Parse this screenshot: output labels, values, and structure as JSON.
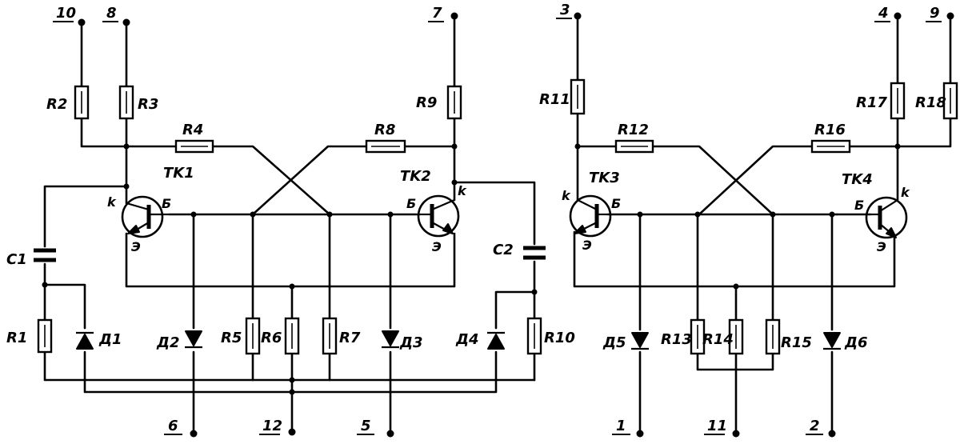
{
  "terminals": {
    "t10": "10",
    "t8": "8",
    "t7": "7",
    "t3": "3",
    "t4": "4",
    "t9": "9",
    "t6": "6",
    "t12": "12",
    "t5": "5",
    "t1": "1",
    "t11": "11",
    "t2": "2"
  },
  "resistors": {
    "R1": "R1",
    "R2": "R2",
    "R3": "R3",
    "R4": "R4",
    "R5": "R5",
    "R6": "R6",
    "R7": "R7",
    "R8": "R8",
    "R9": "R9",
    "R10": "R10",
    "R11": "R11",
    "R12": "R12",
    "R13": "R13",
    "R14": "R14",
    "R15": "R15",
    "R16": "R16",
    "R17": "R17",
    "R18": "R18"
  },
  "capacitors": {
    "C1": "C1",
    "C2": "C2"
  },
  "diodes": {
    "D1": "Д1",
    "D2": "Д2",
    "D3": "Д3",
    "D4": "Д4",
    "D5": "Д5",
    "D6": "Д6"
  },
  "transistors": {
    "TK1": "TK1",
    "TK2": "TK2",
    "TK3": "TK3",
    "TK4": "TK4"
  },
  "pin_labels": {
    "collector": "k",
    "base": "Б",
    "emitter": "Э"
  }
}
